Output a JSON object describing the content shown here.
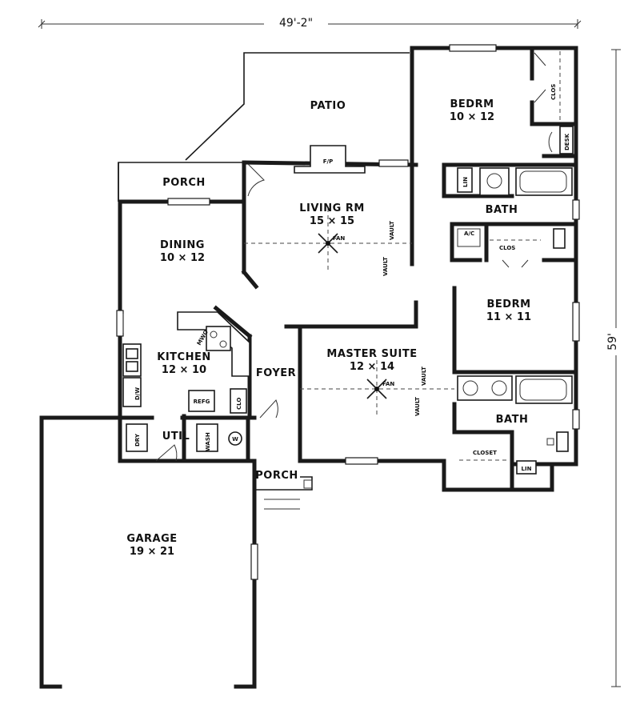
{
  "dimensions": {
    "width": "49'-2\"",
    "depth": "59'"
  },
  "rooms": {
    "patio": {
      "name": "PATIO"
    },
    "porch_rear": {
      "name": "PORCH"
    },
    "living": {
      "name": "LIVING RM",
      "size": "15 × 15"
    },
    "dining": {
      "name": "DINING",
      "size": "10 × 12"
    },
    "kitchen": {
      "name": "KITCHEN",
      "size": "12 × 10"
    },
    "foyer": {
      "name": "FOYER"
    },
    "util": {
      "name": "UTIL"
    },
    "bedroom_1": {
      "name": "BEDRM",
      "size": "10 × 12"
    },
    "bath_1": {
      "name": "BATH"
    },
    "bedroom_2": {
      "name": "BEDRM",
      "size": "11 × 11"
    },
    "master": {
      "name": "MASTER SUITE",
      "size": "12 × 14"
    },
    "bath_2": {
      "name": "BATH"
    },
    "porch_front": {
      "name": "PORCH"
    },
    "garage": {
      "name": "GARAGE",
      "size": "19 × 21"
    }
  },
  "fixtures": {
    "fireplace": "F/P",
    "fan": "FAN",
    "vault": "VAULT",
    "closet_short": "CLOS",
    "closet_long": "CLOSET",
    "closet_abbrev": "CLO",
    "desk": "DESK",
    "linen": "LIN",
    "ac": "A/C",
    "refrigerator": "REFG",
    "washer": "WASH",
    "dryer": "DRY",
    "dishwasher": "D/W",
    "microwave": "MWO",
    "water_heater": "W"
  }
}
